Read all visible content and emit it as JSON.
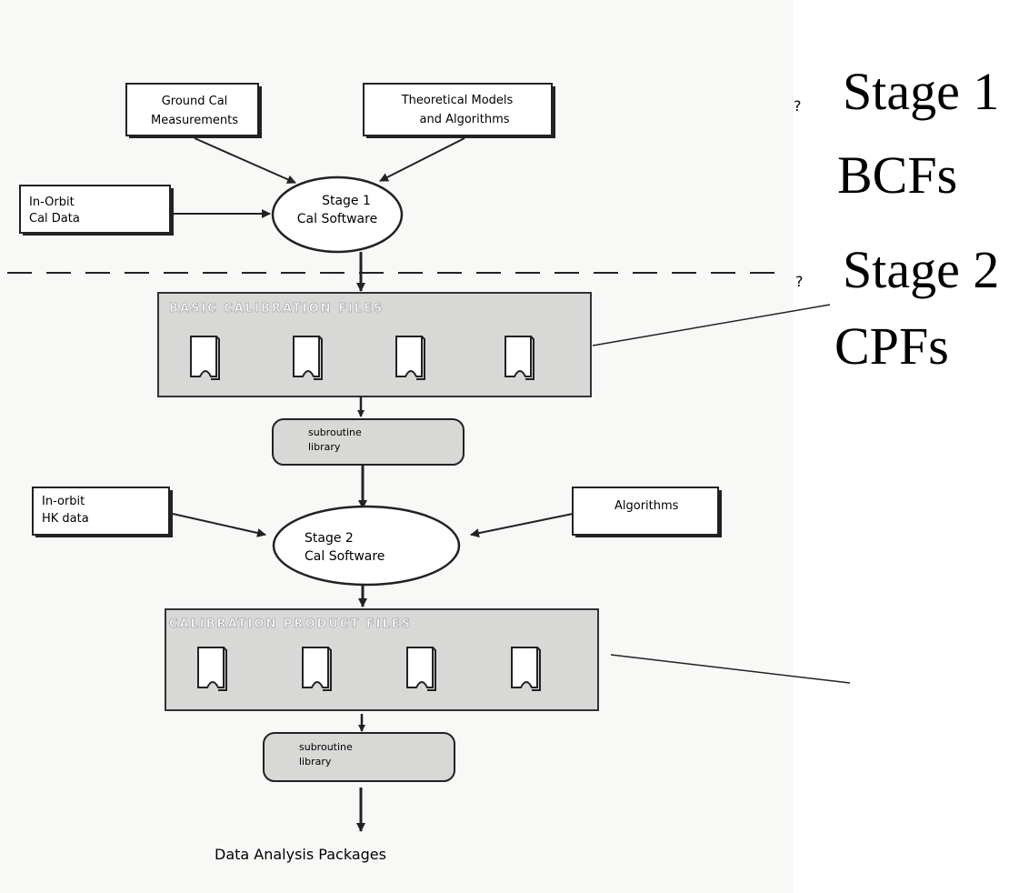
{
  "diagram": {
    "ground_cal": [
      "Ground Cal",
      "Measurements"
    ],
    "theoretical": [
      "Theoretical Models",
      "and Algorithms"
    ],
    "inorbit_cal": [
      "In-Orbit",
      "Cal Data"
    ],
    "stage1_software": [
      "Stage 1",
      "Cal Software"
    ],
    "bcf_title": "BASIC CALIBRATION FILES",
    "subroutine_library_1": [
      "subroutine",
      "library"
    ],
    "inorbit_hk": [
      "In-orbit",
      "HK data"
    ],
    "algorithms": "Algorithms",
    "stage2_software": [
      "Stage 2",
      "Cal Software"
    ],
    "cpf_title": "CALIBRATION PRODUCT FILES",
    "subroutine_library_2": [
      "subroutine",
      "library"
    ],
    "output": "Data  Analysis Packages"
  },
  "annotations": {
    "stage1": {
      "bullet": "?",
      "line1": "Stage 1",
      "line2": "BCFs"
    },
    "stage2": {
      "bullet": "?",
      "line1": "Stage 2",
      "line2": "CPFs"
    }
  },
  "colors": {
    "box_fill": "#d8d8d6",
    "panel_bg": "#f8f8f6",
    "stroke": "#222222"
  }
}
